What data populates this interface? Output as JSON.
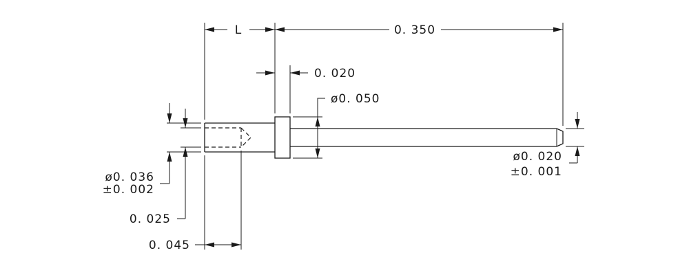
{
  "drawing": {
    "dim_l": "L",
    "dim_overall_length": "0. 350",
    "dim_collar_thickness": "0. 020",
    "dim_collar_dia": "ø0. 050",
    "dim_tip_dia": "ø0. 020",
    "dim_tip_tol": "±0. 001",
    "dim_bore_dia": "ø0. 036",
    "dim_bore_tol": "±0. 002",
    "dim_bore_depth": "0. 025",
    "dim_head_length": "0. 045"
  }
}
